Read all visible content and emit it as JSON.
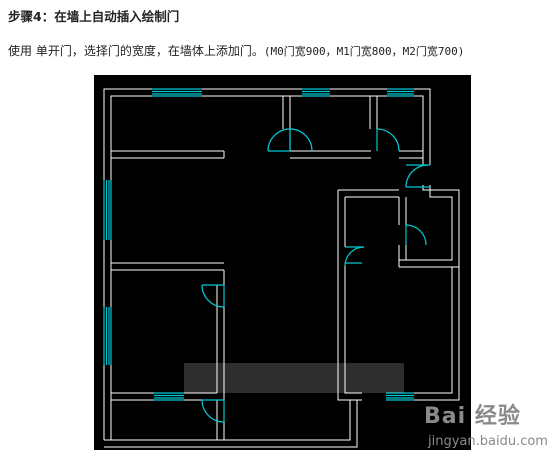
{
  "step": {
    "title": "步骤4：在墙上自动插入绘制门"
  },
  "description": {
    "text": "使用 单开门，选择门的宽度，在墙体上添加门。",
    "spec": "(M0门宽900，M1门宽800，M2门宽700)"
  },
  "drawing": {
    "background_color": "#000000",
    "wall_color": "#ffffff",
    "door_color": "#00c8d2",
    "window_color": "#00c8d2"
  },
  "watermark": {
    "brand": "Bai  经验",
    "url": "jingyan.baidu.com"
  }
}
